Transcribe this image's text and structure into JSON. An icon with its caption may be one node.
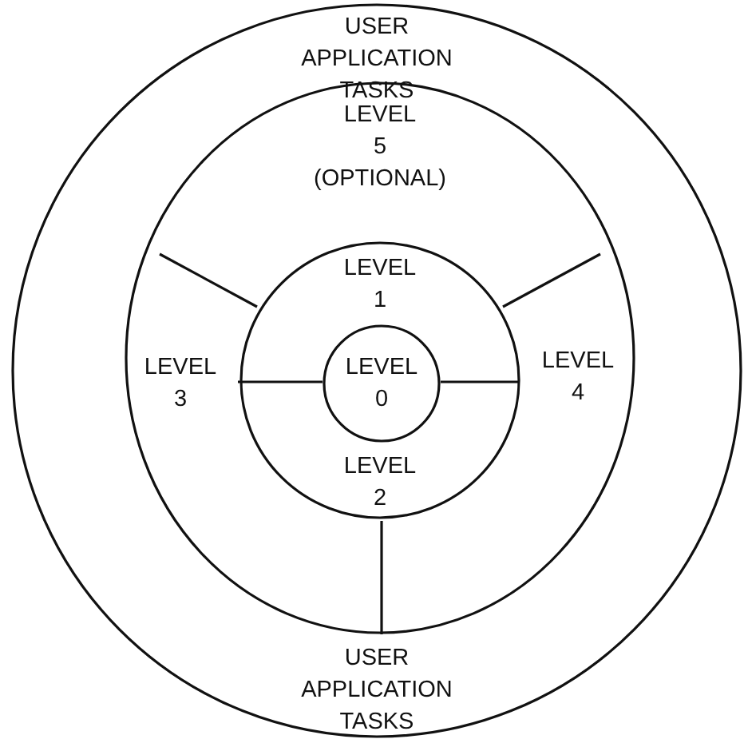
{
  "diagram": {
    "nodes": [
      {
        "text": [
          "USER APPLICATION TASKS",
          "USER APPLICATION TASKS"
        ]
      },
      {
        "text": [
          "LEVEL 5 (OPTIONAL)",
          "LEVEL 3",
          "LEVEL 4"
        ],
        "in": 0
      },
      {
        "text": [
          "LEVEL 1",
          "LEVEL 2"
        ],
        "in": 1
      },
      {
        "text": [
          "LEVEL 0"
        ],
        "in": 2
      }
    ]
  }
}
